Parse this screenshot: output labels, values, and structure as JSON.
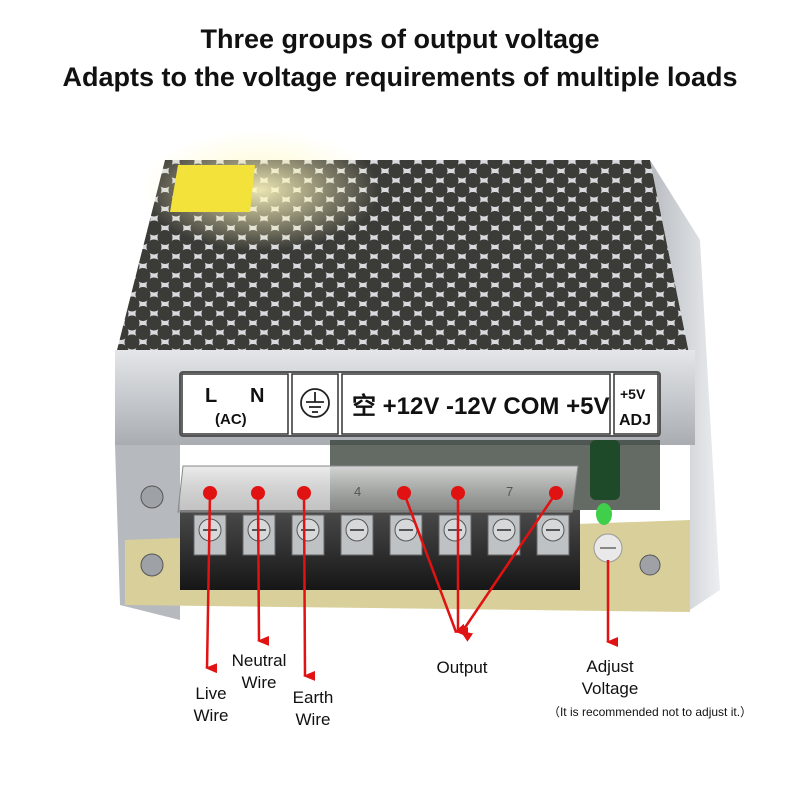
{
  "headline": {
    "line1": "Three groups of output voltage",
    "line2": "Adapts to the voltage requirements of multiple loads"
  },
  "label_plate": {
    "l": "L",
    "n": "N",
    "ac": "(AC)",
    "outputs": "空 +12V -12V COM +5V",
    "adj_top": "+5V",
    "adj_bottom": "ADJ"
  },
  "terminal_numbers": [
    "4",
    "7"
  ],
  "callouts": {
    "live_1": "Live",
    "live_2": "Wire",
    "neutral_1": "Neutral",
    "neutral_2": "Wire",
    "earth_1": "Earth",
    "earth_2": "Wire",
    "output": "Output",
    "adjust_1": "Adjust",
    "adjust_2": "Voltage",
    "adjust_note": "（It is recommended not to adjust it.）"
  },
  "colors": {
    "arrow": "#e01212",
    "dot": "#e01212",
    "case": "#c9ccd0",
    "terminal_block": "#2a2a2a",
    "pcb": "#d8cf9a"
  }
}
